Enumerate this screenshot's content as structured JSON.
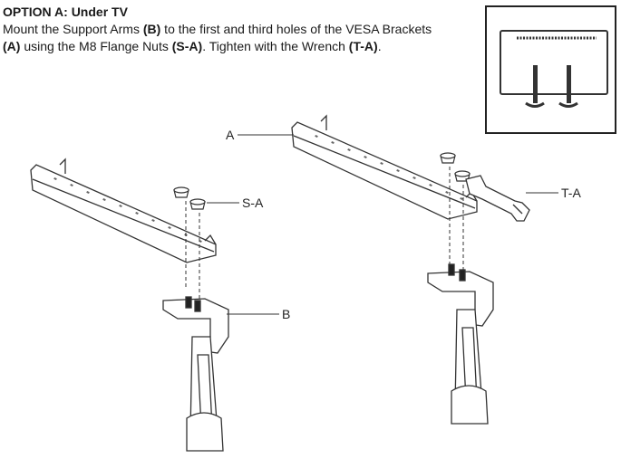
{
  "instructions": {
    "heading": "OPTION A: Under TV",
    "line1_a": "Mount the Support Arms ",
    "line1_b": "(B)",
    "line1_c": " to the first and third holes of the VESA Brackets",
    "line2_a": "(A)",
    "line2_b": " using the M8 Flange Nuts ",
    "line2_c": "(S-A)",
    "line2_d": ". Tighten with the Wrench ",
    "line2_e": "(T-A)",
    "line2_f": "."
  },
  "callouts": {
    "a": "A",
    "b": "B",
    "s_a": "S-A",
    "t_a": "T-A"
  }
}
